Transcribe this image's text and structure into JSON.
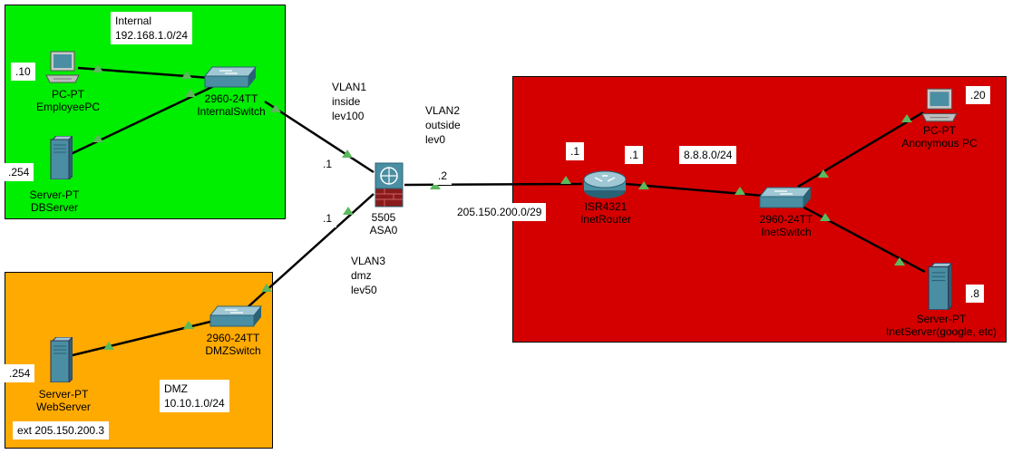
{
  "zones": {
    "internal": {
      "title": "Internal",
      "subnet": "192.168.1.0/24"
    },
    "dmz": {
      "title": "DMZ",
      "subnet": "10.10.1.0/24",
      "ext": "ext 205.150.200.3"
    },
    "internet": {
      "subnet": "8.8.8.0/24"
    }
  },
  "devices": {
    "employee_pc": {
      "type": "PC-PT",
      "name": "EmployeePC",
      "ip": ".10"
    },
    "db_server": {
      "type": "Server-PT",
      "name": "DBServer",
      "ip": ".254"
    },
    "internal_switch": {
      "type": "2960-24TT",
      "name": "InternalSwitch"
    },
    "asa": {
      "type": "5505",
      "name": "ASA0"
    },
    "dmz_switch": {
      "type": "2960-24TT",
      "name": "DMZSwitch"
    },
    "web_server": {
      "type": "Server-PT",
      "name": "WebServer",
      "ip": ".254"
    },
    "inet_router": {
      "type": "ISR4321",
      "name": "InetRouter"
    },
    "inet_switch": {
      "type": "2960-24TT",
      "name": "InetSwitch"
    },
    "anon_pc": {
      "type": "PC-PT",
      "name": "Anonymous PC",
      "ip": ".20"
    },
    "inet_server": {
      "type": "Server-PT",
      "name": "InetServer(google, etc)",
      "ip": ".8"
    }
  },
  "vlans": {
    "vlan1": {
      "name": "VLAN1",
      "zone": "inside",
      "level": "lev100"
    },
    "vlan2": {
      "name": "VLAN2",
      "zone": "outside",
      "level": "lev0"
    },
    "vlan3": {
      "name": "VLAN3",
      "zone": "dmz",
      "level": "lev50"
    }
  },
  "interfaces": {
    "asa_inside_ip": ".1",
    "asa_dmz_ip": ".1",
    "asa_outside_ip": ".2",
    "router_wan_ip": ".1",
    "router_lan_ip": ".1",
    "wan_subnet": "205.150.200.0/29"
  },
  "colors": {
    "internal": "#00ee00",
    "dmz": "#ffaa00",
    "internet": "#d40000",
    "link_marker": "#5cb85c",
    "device": "#4a8ea3"
  }
}
